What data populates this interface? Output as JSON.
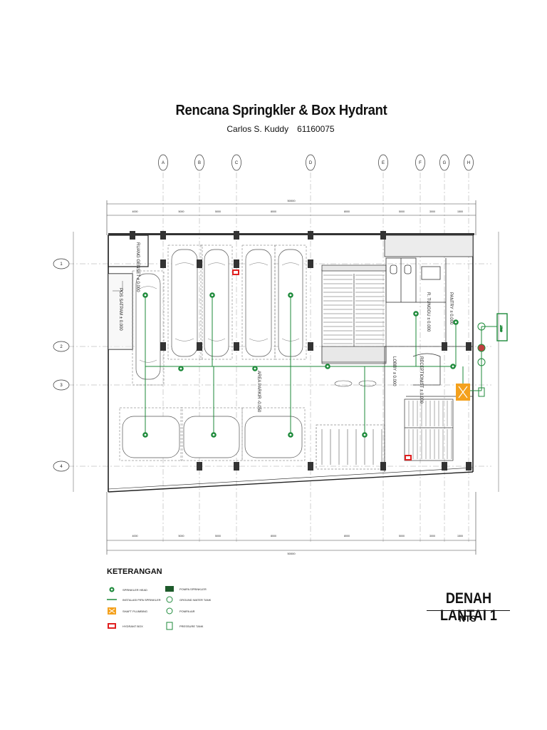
{
  "title": "Rencana Springkler & Box Hydrant",
  "author": "Carlos S. Kuddy",
  "student_id": "61160075",
  "grid_cols": [
    "A",
    "B",
    "C",
    "D",
    "E",
    "F",
    "G",
    "H"
  ],
  "grid_rows": [
    "1",
    "2",
    "3",
    "4"
  ],
  "dimensions": {
    "overall": "50000",
    "spans": [
      "4000",
      "5000",
      "5000",
      "8000",
      "8000",
      "5000",
      "3000",
      "1500"
    ]
  },
  "room_labels": [
    {
      "id": "ruang-genset",
      "text": "RUANG GENSET ± 0.000"
    },
    {
      "id": "pos-satpam",
      "text": "POS SATPAM ± 0.000"
    },
    {
      "id": "area-parkir",
      "text": "AREA PARKIR -0.050"
    },
    {
      "id": "pantry",
      "text": "PANTRY ± 0.000"
    },
    {
      "id": "r-tunggu",
      "text": "R. TUNGGU ± 0.000"
    },
    {
      "id": "receptionist",
      "text": "RECEPTIONIST ± 0.000"
    },
    {
      "id": "lobby",
      "text": "LOBBY ± 0.000"
    }
  ],
  "legend": {
    "title": "KETERANGAN",
    "items": [
      {
        "icon": "sprinkler-head-icon",
        "label": "SPRINKLER HEAD"
      },
      {
        "icon": "pipe-line-icon",
        "label": "INSTALASI PIPA SPRINKLER"
      },
      {
        "icon": "shaft-icon",
        "label": "SHAFT PLUMBING"
      },
      {
        "icon": "hydrant-box-icon",
        "label": "HYDRANT BOX"
      },
      {
        "icon": "pump-sprinkler-icon",
        "label": "POMPA SPRINKLER"
      },
      {
        "icon": "ground-water-tank-icon",
        "label": "GROUND WATER TANK"
      },
      {
        "icon": "water-pump-icon",
        "label": "POMPA AIR"
      },
      {
        "icon": "pressure-tank-icon",
        "label": "PRESSURE TANK"
      }
    ]
  },
  "sheet_name": "DENAH LANTAI 1",
  "scale": "NTS",
  "colors": {
    "pipe": "#1d8a3a",
    "hydrant": "#e02020",
    "shaft": "#f4a11d",
    "ink": "#222222"
  }
}
